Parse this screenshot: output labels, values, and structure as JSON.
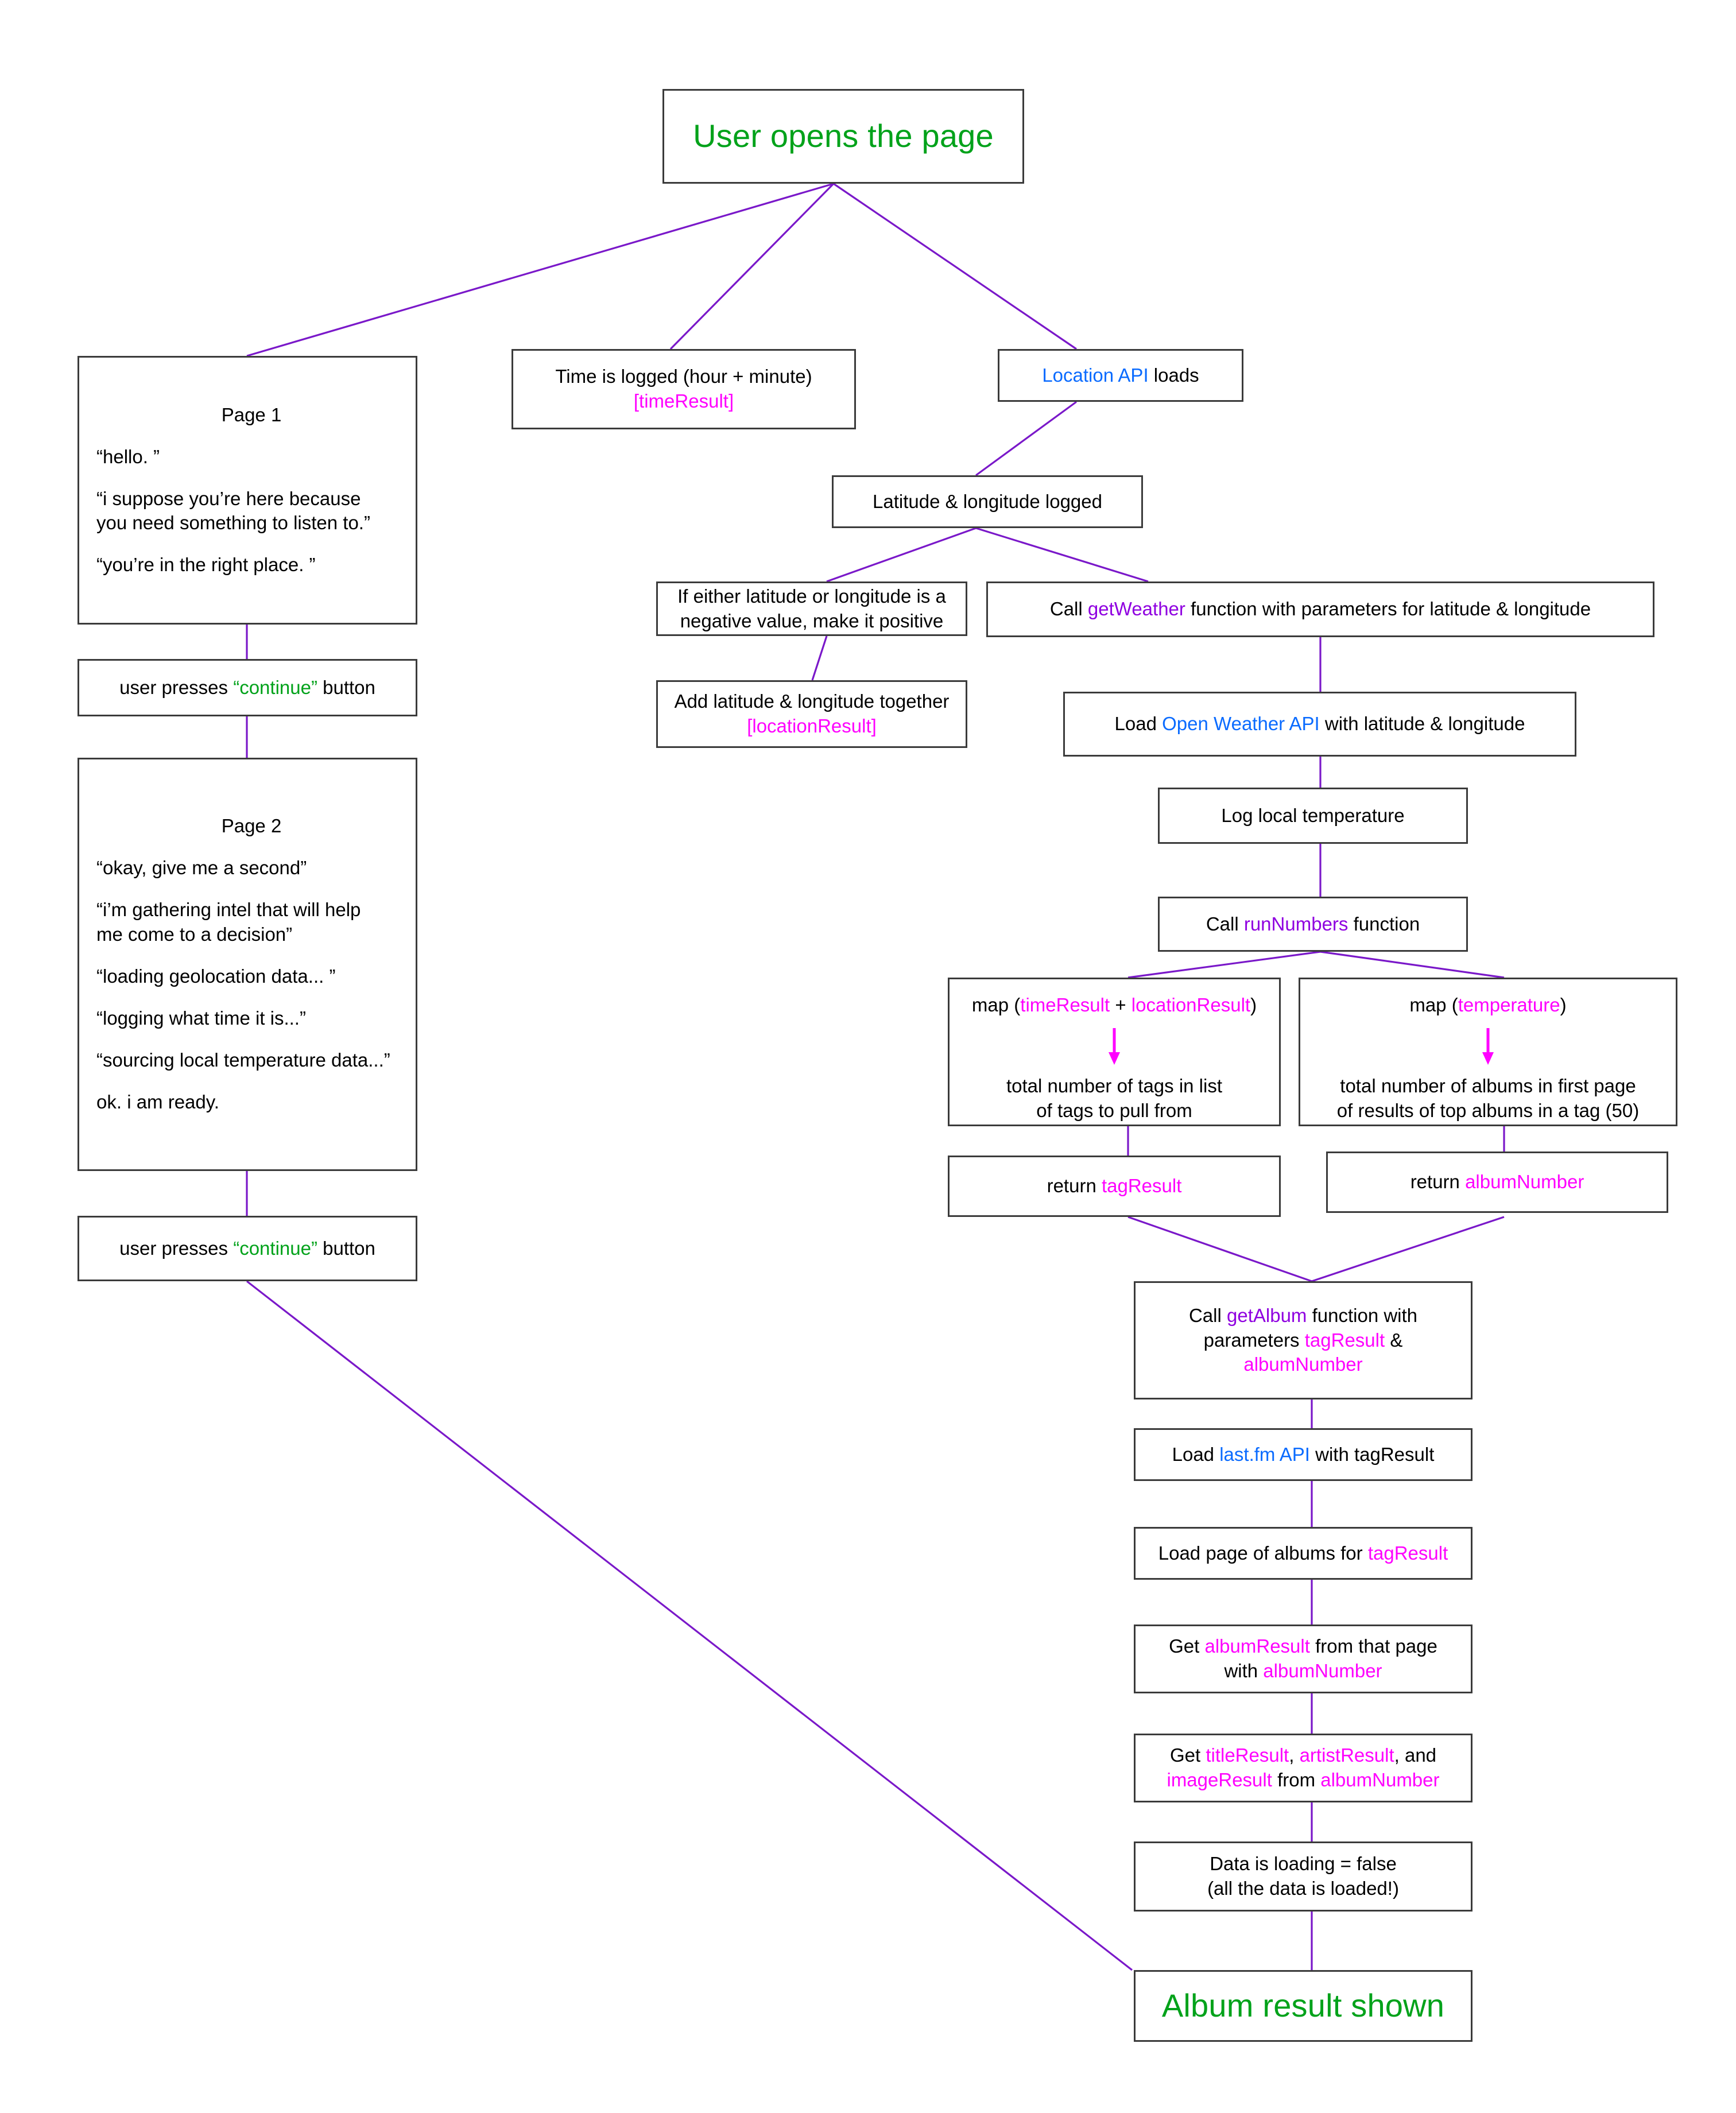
{
  "diagram": {
    "title": "User opens the page",
    "colors": {
      "accent_green": "#00a21a",
      "accent_pink": "#ff00ff",
      "accent_purple": "#8f00e0",
      "accent_blue": "#0a6bff",
      "edge": "#7a18c9",
      "border": "#3b3b3b"
    },
    "nodes": {
      "start": {
        "label": "User opens the page"
      },
      "page1": {
        "title": "Page 1",
        "lines": [
          "“hello. ”",
          "“i suppose you’re here because",
          "you need something to listen to.”",
          "“you’re in the right place. ”"
        ]
      },
      "continue1": {
        "pre": "user presses ",
        "key": "“continue”",
        "post": " button"
      },
      "page2": {
        "title": "Page 2",
        "lines": [
          "“okay, give me a second”",
          "“i’m gathering intel that will help",
          "me come to a decision”",
          "“loading geolocation data... ”",
          "“logging what time it is...”",
          "“sourcing local temperature data...”",
          "ok. i am ready."
        ]
      },
      "continue2": {
        "pre": "user presses ",
        "key": "“continue”",
        "post": " button"
      },
      "time_logged": {
        "line1": "Time is logged (hour + minute)",
        "line2": "[timeResult]"
      },
      "location_api": {
        "key": "Location API",
        "post": " loads"
      },
      "latlon_logged": {
        "label": "Latitude & longitude logged"
      },
      "negative_check": {
        "line1": "If either latitude or longitude is a",
        "line2": "negative value, make it positive"
      },
      "add_latlon": {
        "line1": "Add latitude & longitude together",
        "line2": "[locationResult]"
      },
      "call_getweather": {
        "pre": "Call ",
        "key": "getWeather",
        "post": " function with parameters for latitude & longitude"
      },
      "load_openweather": {
        "pre": "Load ",
        "key": "Open Weather API",
        "post": " with latitude & longitude"
      },
      "log_temp": {
        "label": "Log local temperature"
      },
      "call_runnumbers": {
        "pre": "Call ",
        "key": "runNumbers",
        "post": " function"
      },
      "map_tags": {
        "head_pre": "map (",
        "head_a": "timeResult",
        "head_mid": " + ",
        "head_b": "locationResult",
        "head_post": ")",
        "body_line1": "total number of tags in list",
        "body_line2": "of tags to pull from"
      },
      "map_albums": {
        "head_pre": "map (",
        "head_a": "temperature",
        "head_post": ")",
        "body_line1": "total number of albums in first page",
        "body_line2": "of results of top albums in a tag (50)"
      },
      "return_tag": {
        "pre": "return ",
        "key": "tagResult"
      },
      "return_albumnumber": {
        "pre": "return ",
        "key": "albumNumber"
      },
      "call_getalbum": {
        "l1_pre": "Call ",
        "l1_key": "getAlbum",
        "l1_post": " function with",
        "l2_pre": "parameters ",
        "l2_key": "tagResult",
        "l2_post": " &",
        "l3_key": "albumNumber"
      },
      "load_lastfm": {
        "pre": "Load ",
        "key": "last.fm API",
        "post": " with tagResult"
      },
      "load_albums_page": {
        "pre": "Load page of albums for ",
        "key": "tagResult"
      },
      "get_albumresult": {
        "l1_pre": "Get ",
        "l1_key": "albumResult",
        "l1_post": " from that page",
        "l2_pre": "with ",
        "l2_key": "albumNumber"
      },
      "get_title_artist_image": {
        "l1_pre": "Get ",
        "l1_k1": "titleResult",
        "l1_sep": ", ",
        "l1_k2": "artistResult",
        "l1_post": ", and",
        "l2_k1": "imageResult",
        "l2_mid": " from ",
        "l2_k2": "albumNumber"
      },
      "data_loaded": {
        "line1": "Data is loading = false",
        "line2": "(all the data is loaded!)"
      },
      "end": {
        "label": "Album result shown"
      }
    }
  }
}
